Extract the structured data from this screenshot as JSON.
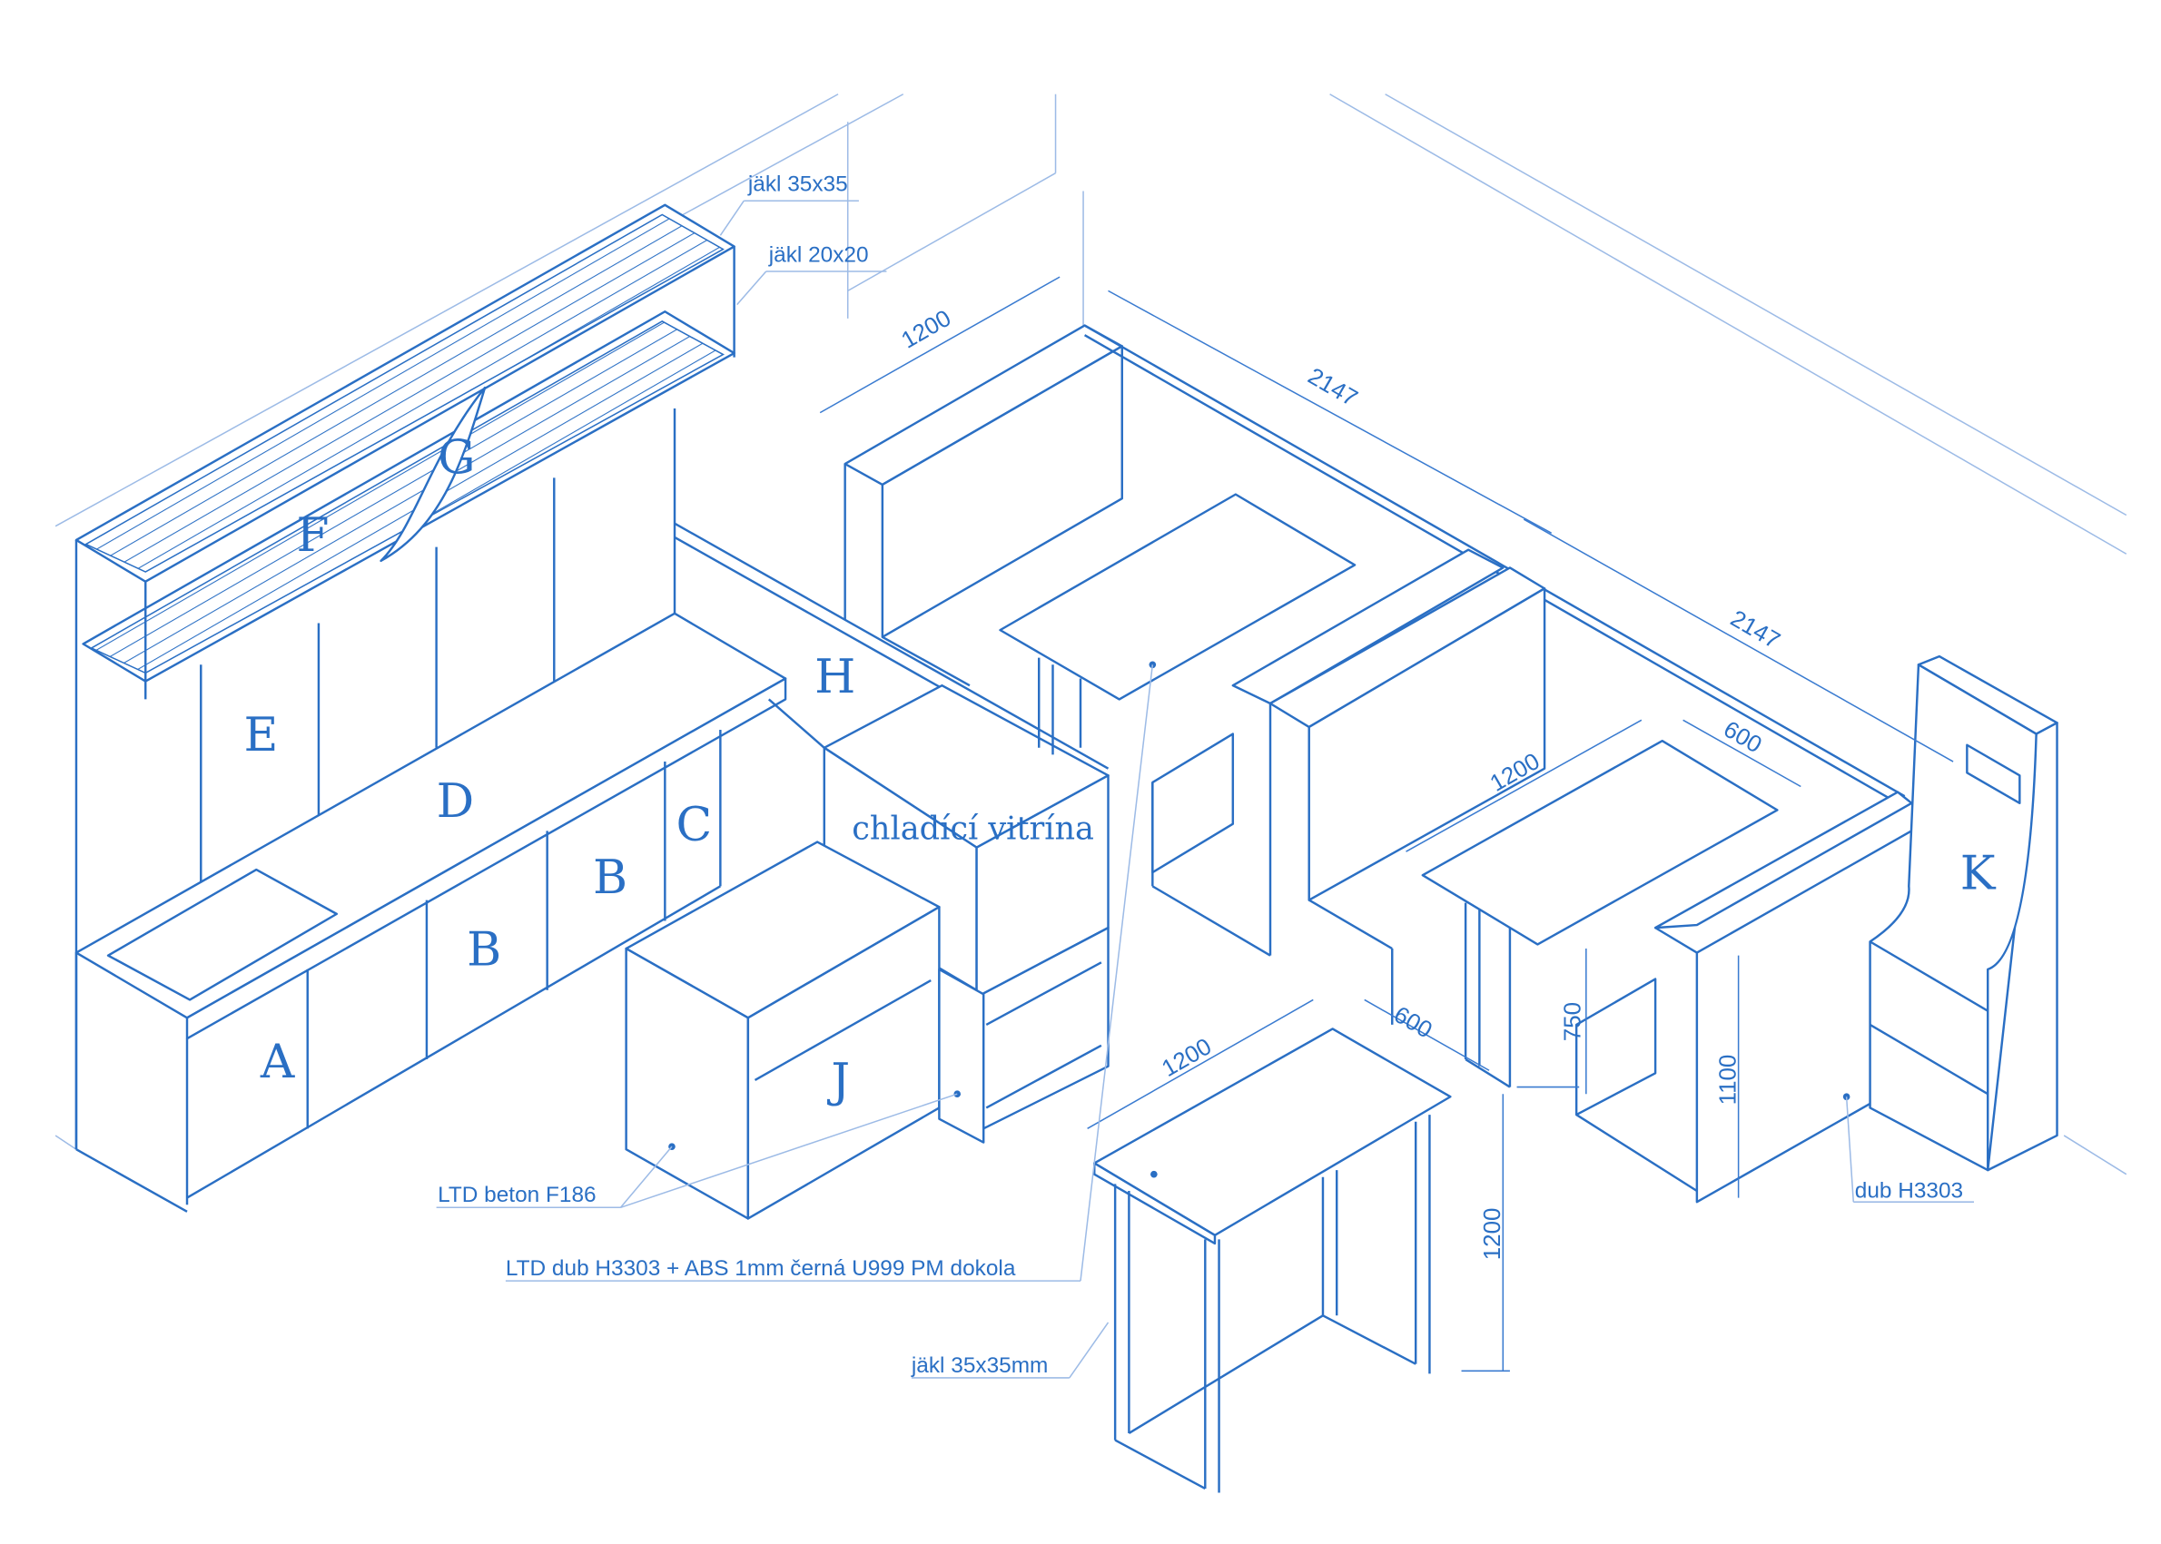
{
  "title": "Isometric furniture layout",
  "colors": {
    "line": "#2a6fc4",
    "light": "#9dbbe6"
  },
  "letters": {
    "A": "A",
    "B1": "B",
    "B2": "B",
    "C": "C",
    "D": "D",
    "E": "E",
    "F": "F",
    "G": "G",
    "H": "H",
    "J": "J",
    "K": "K"
  },
  "vitrina": "chladící vitrína",
  "notes": {
    "jakl_35": "jäkl 35x35",
    "jakl_20": "jäkl 20x20",
    "beton": "LTD beton F186",
    "dub_abs": "LTD dub H3303 + ABS 1mm černá U999 PM dokola",
    "jakl_35mm": "jäkl 35x35mm",
    "dub": "dub H3303"
  },
  "dimensions": {
    "bench_width": "1200",
    "wall_a": "2147",
    "wall_b": "2147",
    "table2_depth": "600",
    "table2_width": "1200",
    "table2_depth_b": "600",
    "table_height": "750",
    "counter_height": "1100",
    "bar_table_width": "1200",
    "bar_table_height": "1200"
  }
}
